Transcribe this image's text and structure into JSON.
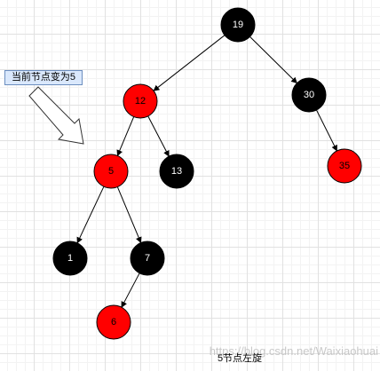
{
  "diagram": {
    "nodes": [
      {
        "id": "n19",
        "label": "19",
        "color": "black"
      },
      {
        "id": "n12",
        "label": "12",
        "color": "red"
      },
      {
        "id": "n30",
        "label": "30",
        "color": "black"
      },
      {
        "id": "n5",
        "label": "5",
        "color": "red"
      },
      {
        "id": "n13",
        "label": "13",
        "color": "black"
      },
      {
        "id": "n35",
        "label": "35",
        "color": "red"
      },
      {
        "id": "n1",
        "label": "1",
        "color": "black"
      },
      {
        "id": "n7",
        "label": "7",
        "color": "black"
      },
      {
        "id": "n6",
        "label": "6",
        "color": "red"
      }
    ],
    "edges": [
      {
        "from": "n19",
        "to": "n12"
      },
      {
        "from": "n19",
        "to": "n30"
      },
      {
        "from": "n12",
        "to": "n5"
      },
      {
        "from": "n12",
        "to": "n13"
      },
      {
        "from": "n30",
        "to": "n35"
      },
      {
        "from": "n5",
        "to": "n1"
      },
      {
        "from": "n5",
        "to": "n7"
      },
      {
        "from": "n7",
        "to": "n6"
      }
    ],
    "note": "当前节点变为5",
    "caption": "5节点左旋",
    "watermark": "https://blog.csdn.net/Waixiaohuai",
    "colors": {
      "red_fill": "#ff0000",
      "black_fill": "#000000",
      "red_text": "#000000",
      "black_text": "#ffffff",
      "stroke": "#000000",
      "note_fill": "#dae8fc",
      "note_border": "#6c8ebf"
    }
  }
}
